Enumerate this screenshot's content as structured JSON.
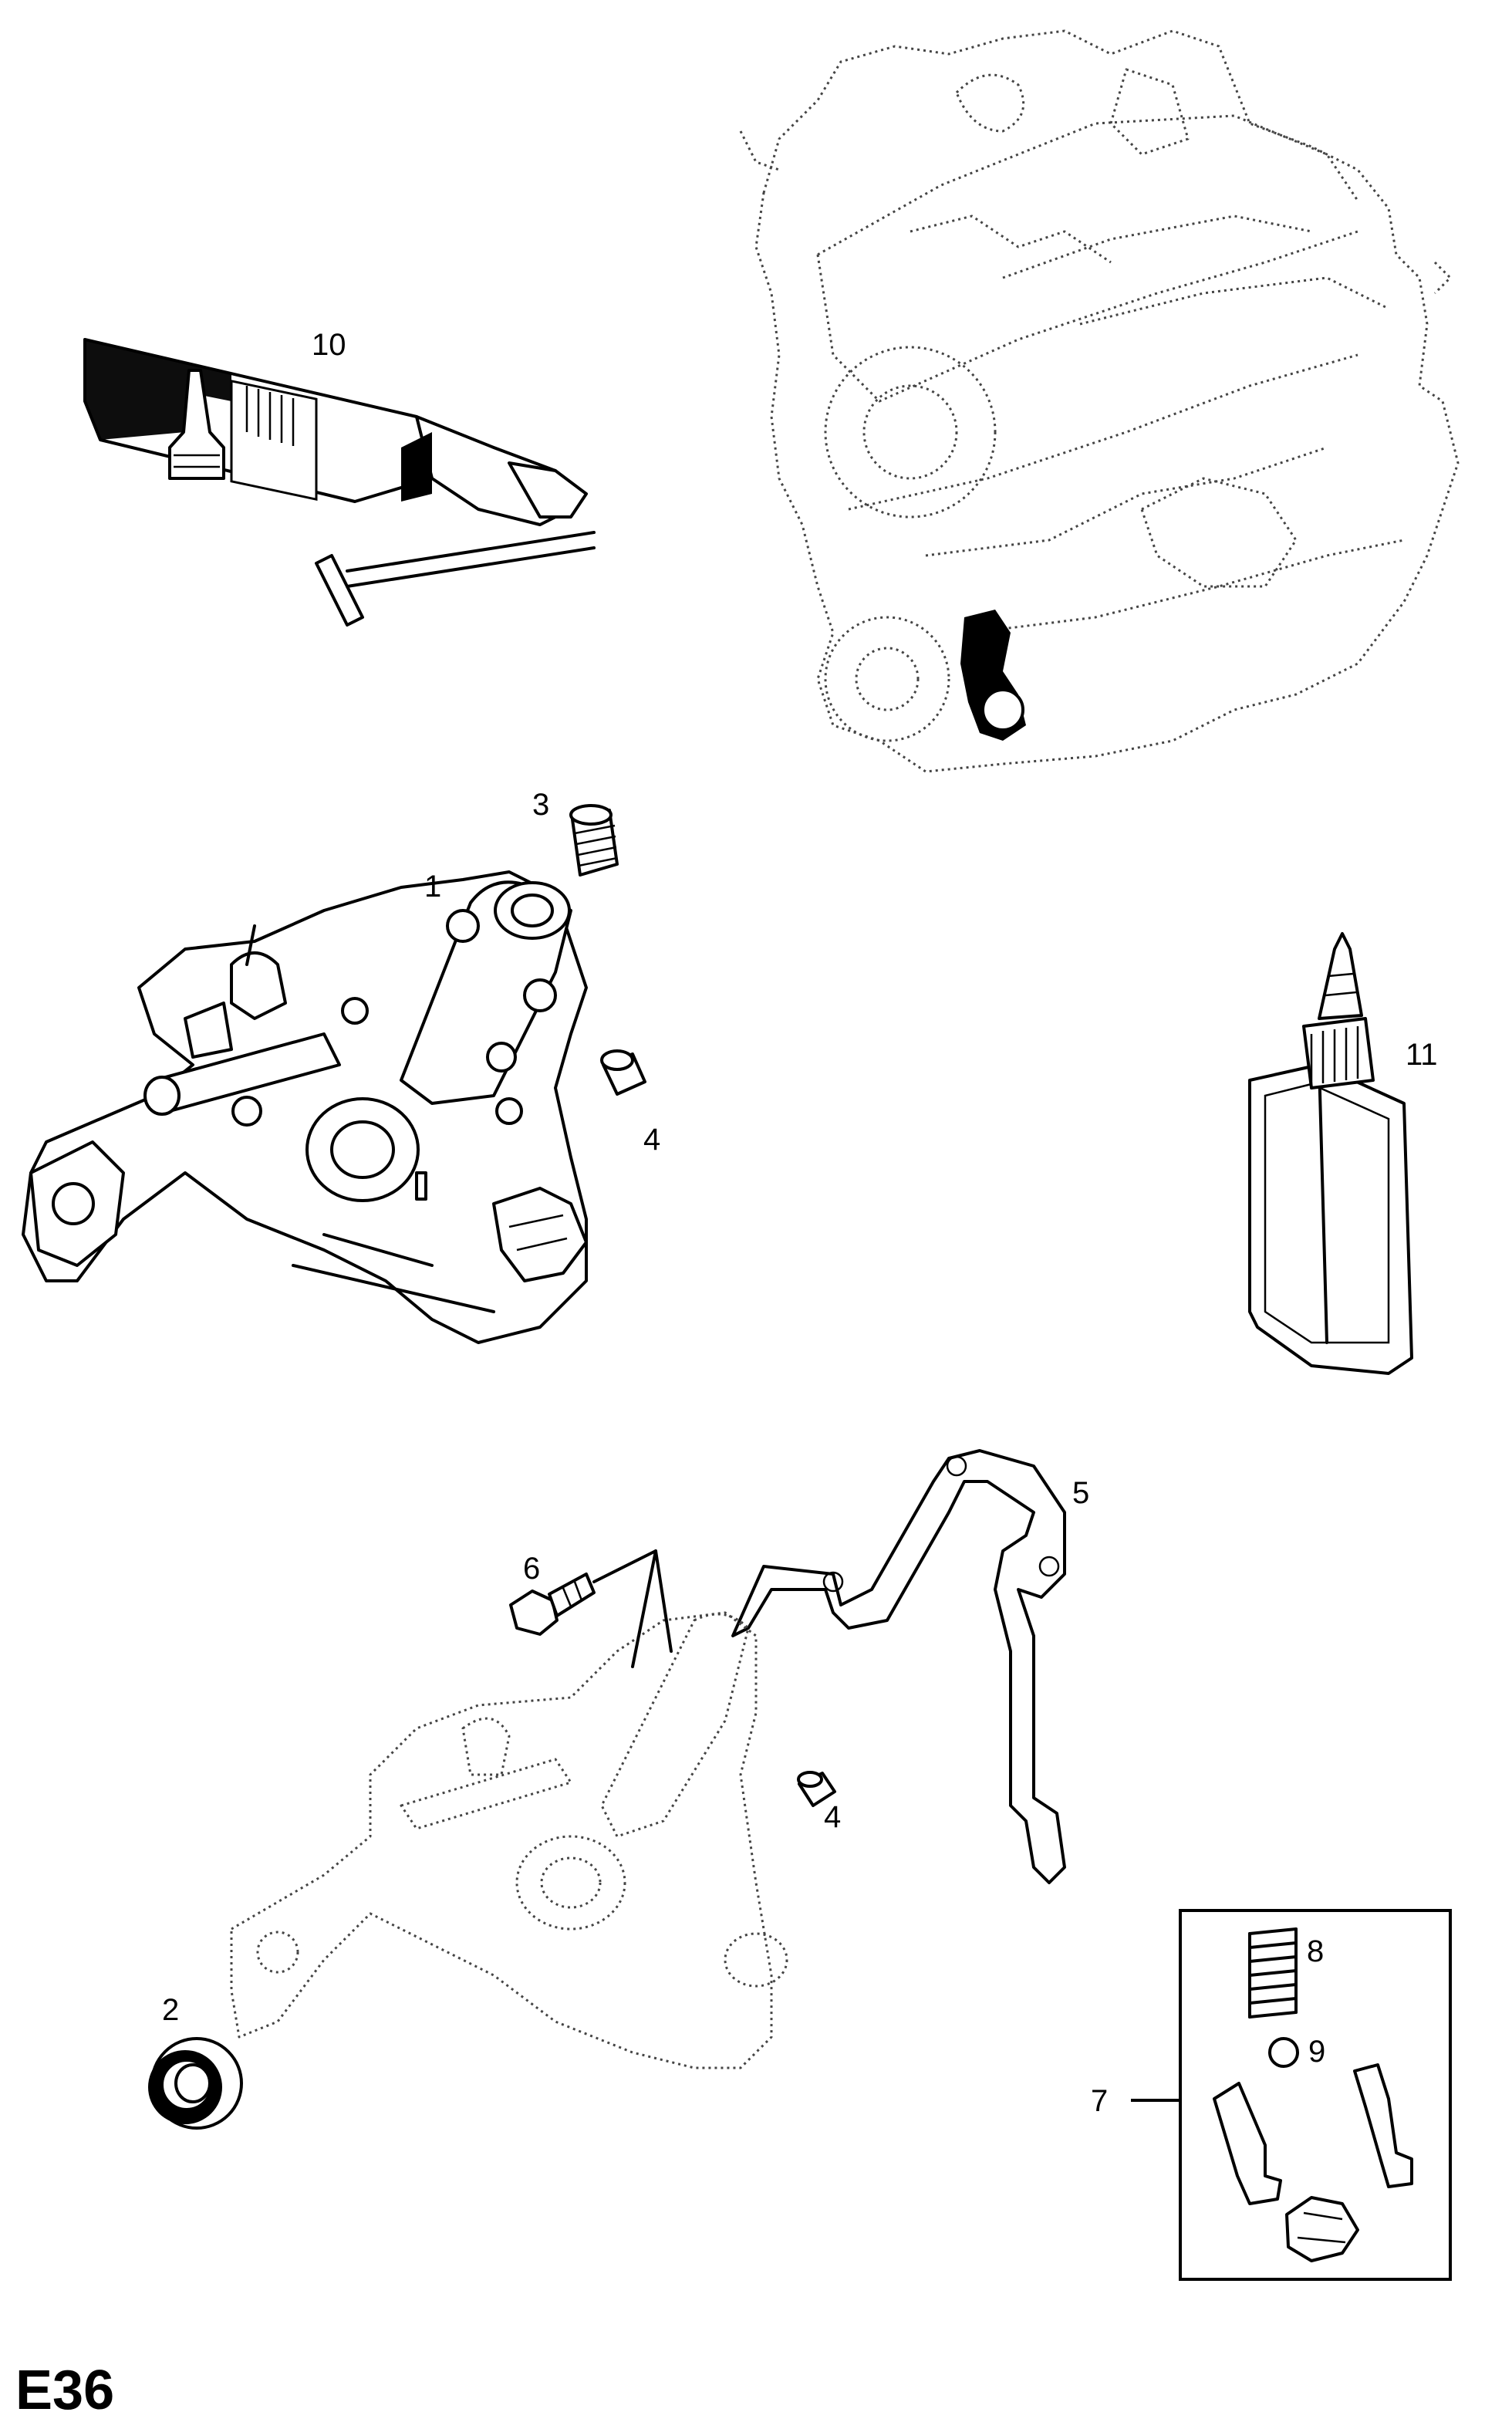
{
  "page_code": "E36",
  "callouts": {
    "c1": "1",
    "c2": "2",
    "c3": "3",
    "c4a": "4",
    "c4b": "4",
    "c5": "5",
    "c6": "6",
    "c7": "7",
    "c8": "8",
    "c9": "9",
    "c10": "10",
    "c11": "11"
  }
}
